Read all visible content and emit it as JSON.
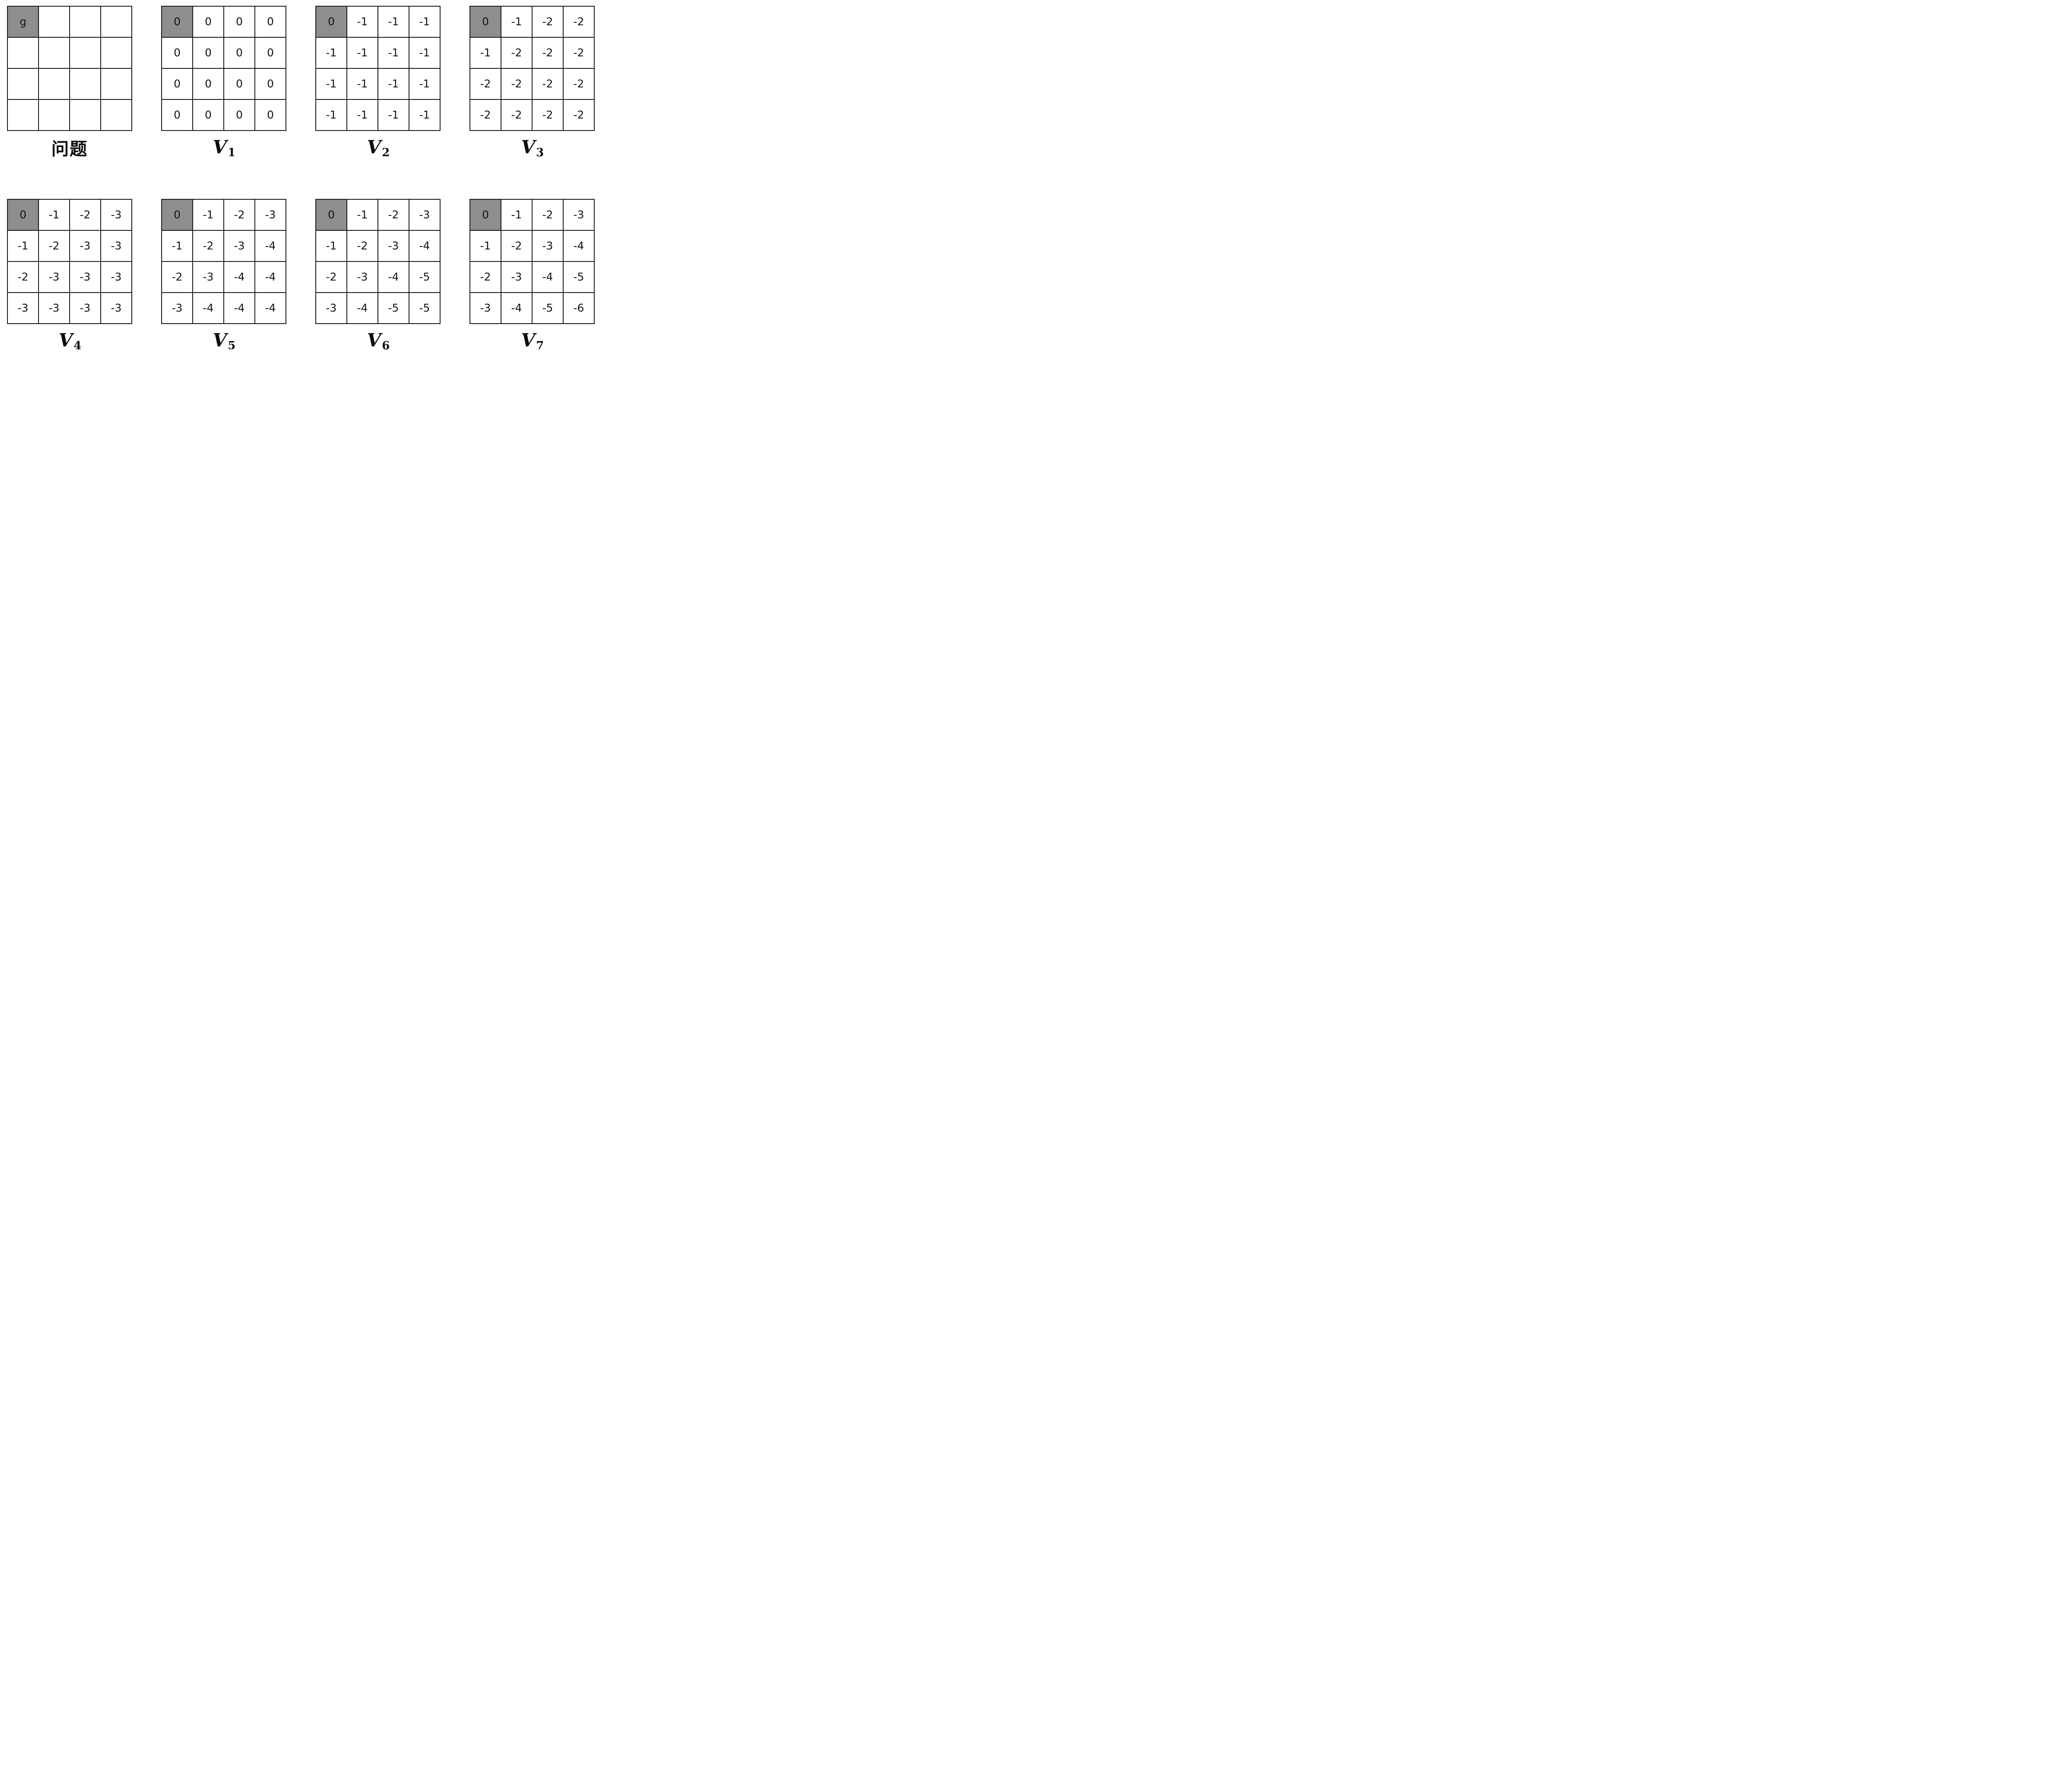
{
  "figure": {
    "description": "4x4 gridworld value iteration figure",
    "colors": {
      "goal_cell_background": "#8e8e8e",
      "grid_line": "#111111",
      "cell_text": "#141414",
      "page_background": "#ffffff"
    },
    "goal_cell": {
      "row": 0,
      "col": 0
    },
    "rows": [
      [
        0,
        1,
        2,
        3
      ],
      [
        4,
        5,
        6,
        7
      ]
    ],
    "panels": [
      {
        "id": "problem",
        "label": {
          "text": "问题",
          "sub": "",
          "style": "cjk"
        },
        "cells": [
          [
            "g",
            "",
            "",
            ""
          ],
          [
            "",
            "",
            "",
            ""
          ],
          [
            "",
            "",
            "",
            ""
          ],
          [
            "",
            "",
            "",
            ""
          ]
        ]
      },
      {
        "id": "V1",
        "label": {
          "text": "V",
          "sub": "1",
          "style": "math"
        },
        "cells": [
          [
            "0",
            "0",
            "0",
            "0"
          ],
          [
            "0",
            "0",
            "0",
            "0"
          ],
          [
            "0",
            "0",
            "0",
            "0"
          ],
          [
            "0",
            "0",
            "0",
            "0"
          ]
        ]
      },
      {
        "id": "V2",
        "label": {
          "text": "V",
          "sub": "2",
          "style": "math"
        },
        "cells": [
          [
            "0",
            "-1",
            "-1",
            "-1"
          ],
          [
            "-1",
            "-1",
            "-1",
            "-1"
          ],
          [
            "-1",
            "-1",
            "-1",
            "-1"
          ],
          [
            "-1",
            "-1",
            "-1",
            "-1"
          ]
        ]
      },
      {
        "id": "V3",
        "label": {
          "text": "V",
          "sub": "3",
          "style": "math"
        },
        "cells": [
          [
            "0",
            "-1",
            "-2",
            "-2"
          ],
          [
            "-1",
            "-2",
            "-2",
            "-2"
          ],
          [
            "-2",
            "-2",
            "-2",
            "-2"
          ],
          [
            "-2",
            "-2",
            "-2",
            "-2"
          ]
        ]
      },
      {
        "id": "V4",
        "label": {
          "text": "V",
          "sub": "4",
          "style": "math"
        },
        "cells": [
          [
            "0",
            "-1",
            "-2",
            "-3"
          ],
          [
            "-1",
            "-2",
            "-3",
            "-3"
          ],
          [
            "-2",
            "-3",
            "-3",
            "-3"
          ],
          [
            "-3",
            "-3",
            "-3",
            "-3"
          ]
        ]
      },
      {
        "id": "V5",
        "label": {
          "text": "V",
          "sub": "5",
          "style": "math"
        },
        "cells": [
          [
            "0",
            "-1",
            "-2",
            "-3"
          ],
          [
            "-1",
            "-2",
            "-3",
            "-4"
          ],
          [
            "-2",
            "-3",
            "-4",
            "-4"
          ],
          [
            "-3",
            "-4",
            "-4",
            "-4"
          ]
        ]
      },
      {
        "id": "V6",
        "label": {
          "text": "V",
          "sub": "6",
          "style": "math"
        },
        "cells": [
          [
            "0",
            "-1",
            "-2",
            "-3"
          ],
          [
            "-1",
            "-2",
            "-3",
            "-4"
          ],
          [
            "-2",
            "-3",
            "-4",
            "-5"
          ],
          [
            "-3",
            "-4",
            "-5",
            "-5"
          ]
        ]
      },
      {
        "id": "V7",
        "label": {
          "text": "V",
          "sub": "7",
          "style": "math"
        },
        "cells": [
          [
            "0",
            "-1",
            "-2",
            "-3"
          ],
          [
            "-1",
            "-2",
            "-3",
            "-4"
          ],
          [
            "-2",
            "-3",
            "-4",
            "-5"
          ],
          [
            "-3",
            "-4",
            "-5",
            "-6"
          ]
        ]
      }
    ]
  }
}
